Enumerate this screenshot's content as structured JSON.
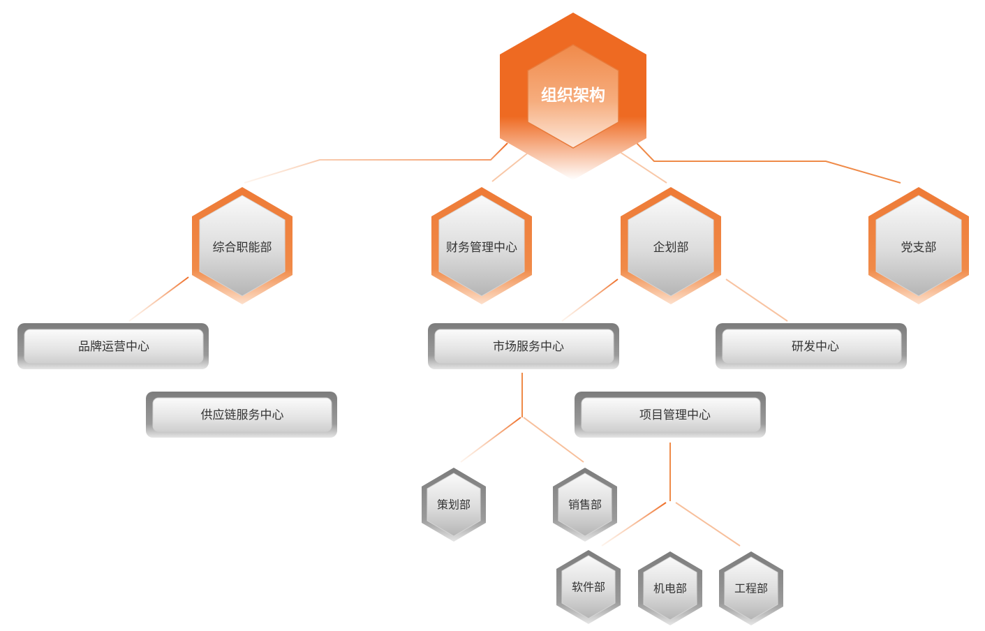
{
  "root": {
    "label": "组织架构"
  },
  "departments": [
    {
      "label": "综合职能部"
    },
    {
      "label": "财务管理中心"
    },
    {
      "label": "企划部"
    },
    {
      "label": "党支部"
    }
  ],
  "centers": [
    {
      "label": "品牌运营中心"
    },
    {
      "label": "供应链服务中心"
    },
    {
      "label": "市场服务中心"
    },
    {
      "label": "研发中心"
    },
    {
      "label": "项目管理中心"
    }
  ],
  "units": [
    {
      "label": "策划部"
    },
    {
      "label": "销售部"
    },
    {
      "label": "软件部"
    },
    {
      "label": "机电部"
    },
    {
      "label": "工程部"
    }
  ],
  "colors": {
    "accent": "#ee6a22",
    "accent_light": "#f6a36c",
    "connector": "#ef8a48",
    "node_fill_top": "#fafafa",
    "node_fill_bottom": "#bdbdbd",
    "node_frame": "#8a8a8a",
    "text": "#333333",
    "root_text": "#ffffff"
  }
}
